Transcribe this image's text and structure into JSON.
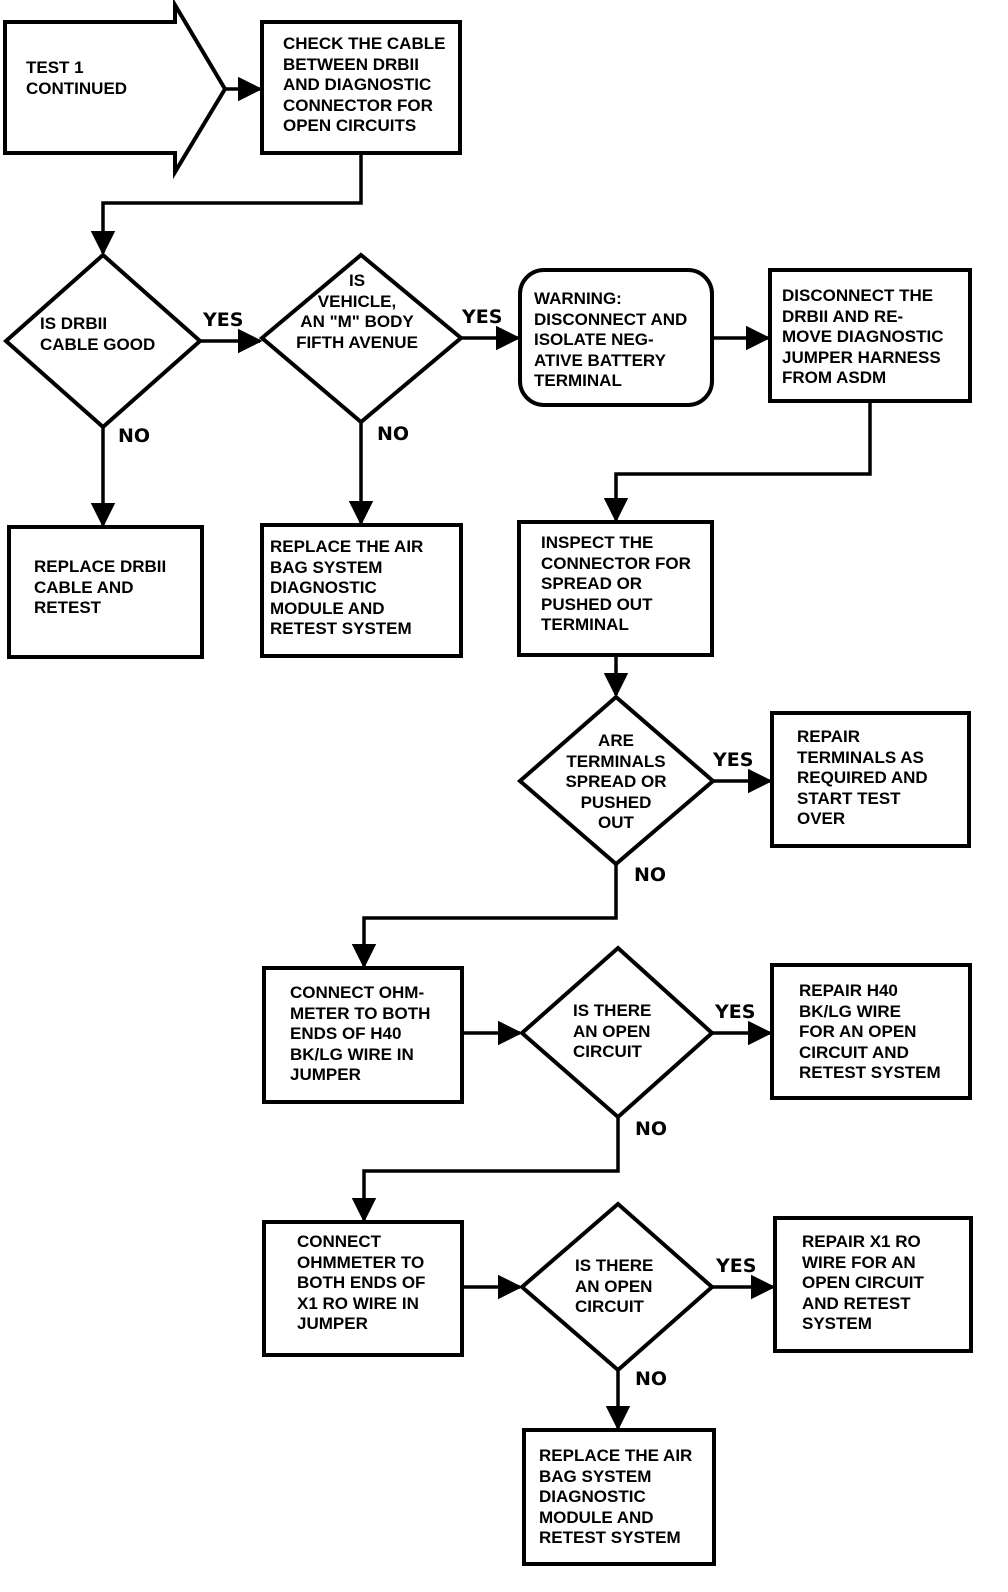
{
  "flowchart": {
    "start": {
      "text": "TEST 1\nCONTINUED"
    },
    "check_cable": {
      "text": "CHECK THE CABLE\nBETWEEN DRBII\nAND DIAGNOSTIC\nCONNECTOR FOR\nOPEN CIRCUITS"
    },
    "q_cable_good": {
      "text": "IS DRBII\nCABLE GOOD"
    },
    "q_m_body": {
      "text": "IS\nVEHICLE,\nAN \"M\" BODY\nFIFTH AVENUE"
    },
    "warning": {
      "text": "WARNING:\nDISCONNECT AND\nISOLATE NEG-\nATIVE BATTERY\nTERMINAL"
    },
    "disconnect_drbii": {
      "text": "DISCONNECT THE\nDRBII AND RE-\nMOVE DIAGNOSTIC\nJUMPER HARNESS\nFROM ASDM"
    },
    "replace_cable": {
      "text": "REPLACE DRBII\nCABLE AND\nRETEST"
    },
    "replace_module_1": {
      "text": "REPLACE THE AIR\nBAG SYSTEM\nDIAGNOSTIC\nMODULE AND\nRETEST SYSTEM"
    },
    "inspect_connector": {
      "text": "INSPECT THE\nCONNECTOR FOR\nSPREAD OR\nPUSHED OUT\nTERMINAL"
    },
    "q_terminals": {
      "text": "ARE\nTERMINALS\nSPREAD OR\nPUSHED\nOUT"
    },
    "repair_terminals": {
      "text": "REPAIR\nTERMINALS AS\nREQUIRED AND\nSTART TEST\nOVER"
    },
    "connect_h40": {
      "text": "CONNECT OHM-\nMETER TO BOTH\nENDS OF H40\nBK/LG WIRE IN\nJUMPER"
    },
    "q_open_1": {
      "text": "IS THERE\nAN OPEN\nCIRCUIT"
    },
    "repair_h40": {
      "text": "REPAIR  H40\nBK/LG WIRE\nFOR AN OPEN\nCIRCUIT AND\nRETEST SYSTEM"
    },
    "connect_x1": {
      "text": "CONNECT\nOHMMETER TO\nBOTH ENDS OF\nX1 RO WIRE IN\nJUMPER"
    },
    "q_open_2": {
      "text": "IS THERE\nAN OPEN\nCIRCUIT"
    },
    "repair_x1": {
      "text": "REPAIR X1 RO\nWIRE FOR AN\nOPEN CIRCUIT\nAND RETEST\nSYSTEM"
    },
    "replace_module_2": {
      "text": "REPLACE THE AIR\nBAG SYSTEM\nDIAGNOSTIC\nMODULE AND\nRETEST SYSTEM"
    }
  },
  "labels": {
    "yes": "YES",
    "no": "NO"
  }
}
